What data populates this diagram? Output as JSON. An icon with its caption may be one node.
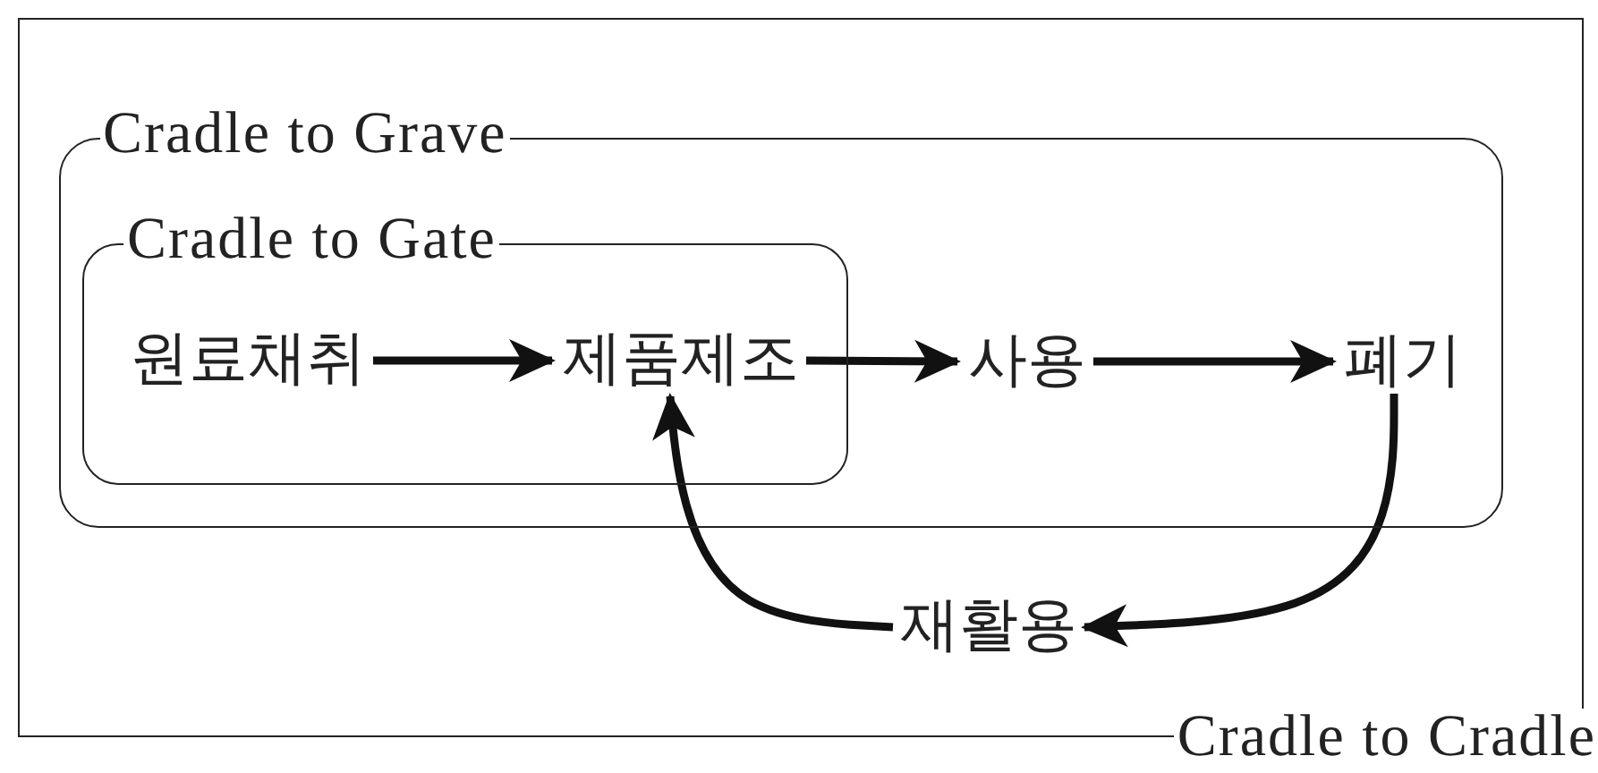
{
  "diagram": {
    "nodes": [
      {
        "text": [
          "Cradle to Cradle"
        ]
      },
      {
        "text": [
          "Cradle to Grave"
        ],
        "in": 0
      },
      {
        "text": [
          "Cradle to Gate"
        ],
        "in": 1
      },
      {
        "text": [
          "원료채취"
        ],
        "in": 2
      },
      {
        "text": [
          "제품제조"
        ],
        "in": 2
      },
      {
        "text": [
          "사용"
        ],
        "in": 1
      },
      {
        "text": [
          "폐기"
        ],
        "in": 1
      },
      {
        "text": [
          "재활용"
        ],
        "in": 0
      }
    ],
    "edges": [
      {
        "from": 3,
        "to": 4,
        "arrow": "to"
      },
      {
        "from": 4,
        "to": 5,
        "arrow": "to"
      },
      {
        "from": 5,
        "to": 6,
        "arrow": "to"
      },
      {
        "from": 6,
        "to": 7,
        "arrow": "to"
      },
      {
        "from": 7,
        "to": 4,
        "arrow": "to"
      }
    ]
  }
}
